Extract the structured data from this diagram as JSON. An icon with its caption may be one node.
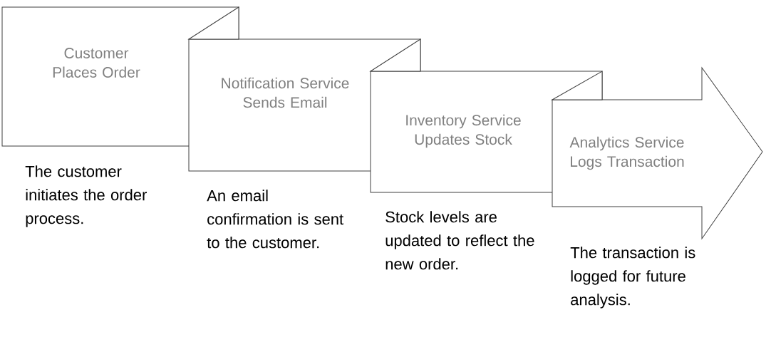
{
  "diagram": {
    "nodes": [
      {
        "text": [
          "Customer Places Order"
        ],
        "beside": [
          "The customer initiates the order process."
        ]
      },
      {
        "text": [
          "Notification Service Sends Email"
        ],
        "beside": [
          "An email confirmation is sent to the customer."
        ]
      },
      {
        "text": [
          "Inventory Service Updates Stock"
        ],
        "beside": [
          "Stock levels are updated to reflect the new order."
        ]
      },
      {
        "text": [
          "Analytics Service Logs Transaction"
        ],
        "beside": [
          "The transaction is logged for future analysis."
        ]
      }
    ]
  }
}
